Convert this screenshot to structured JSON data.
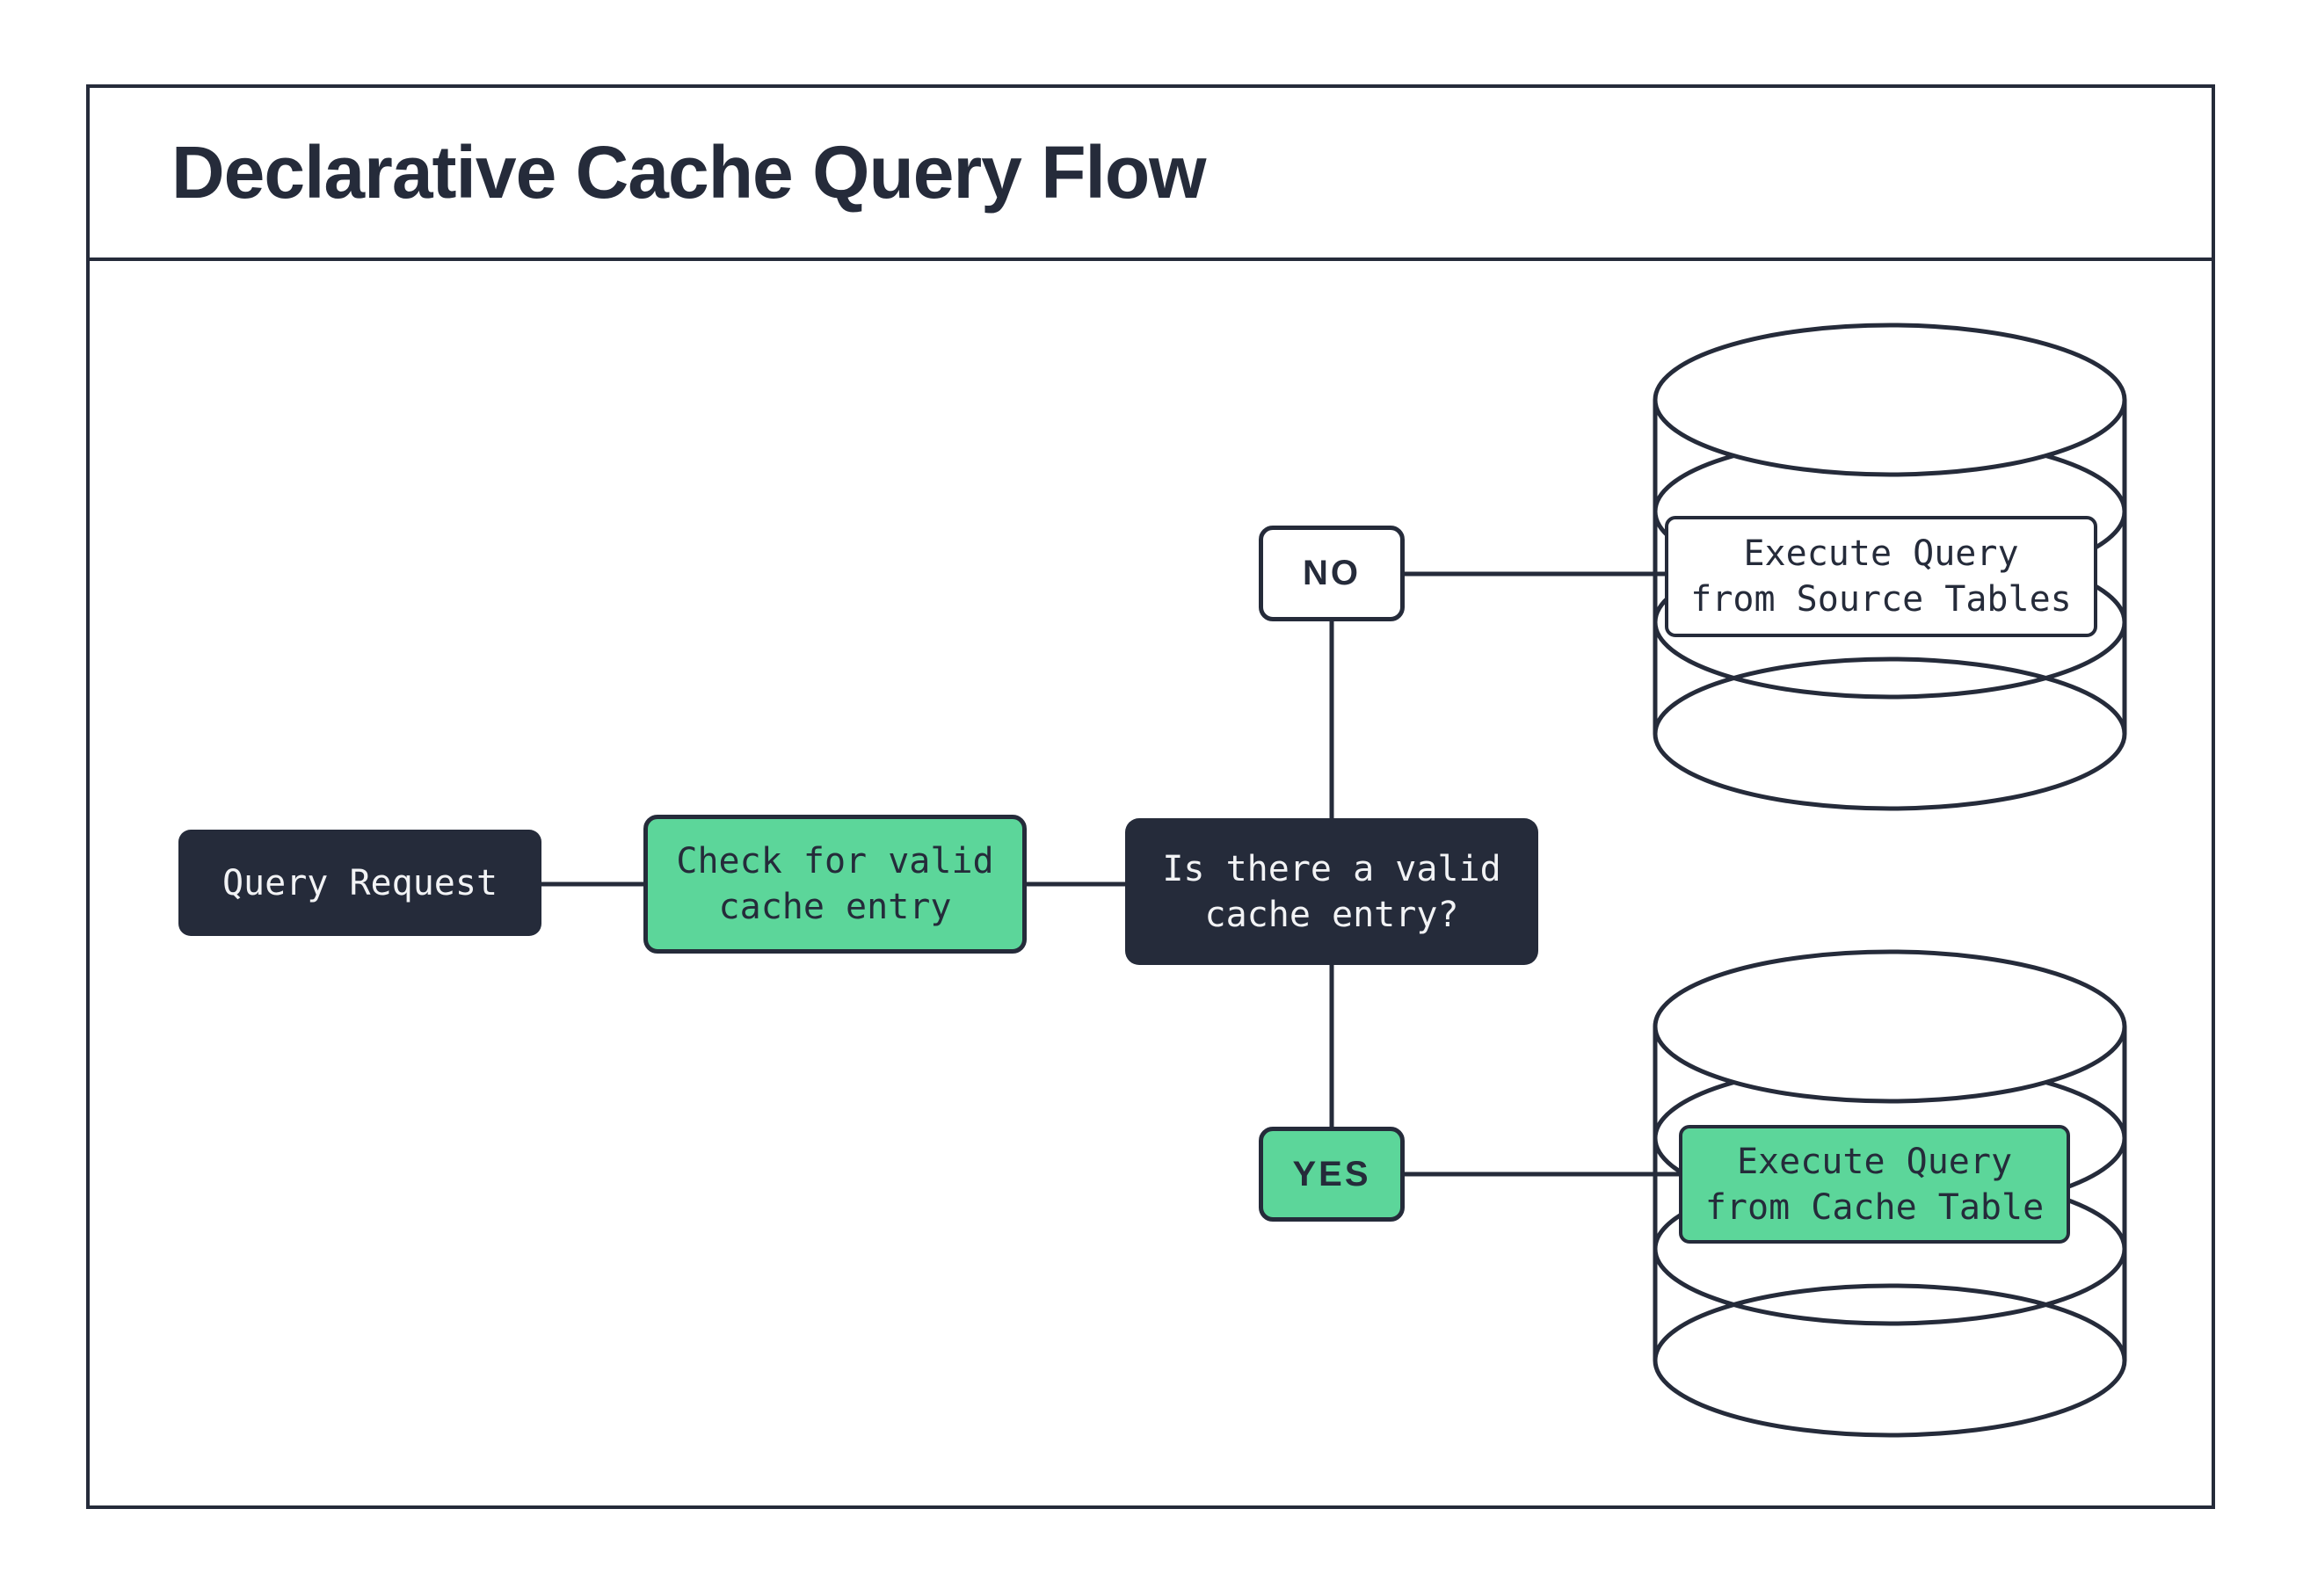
{
  "diagram": {
    "title": "Declarative Cache Query Flow",
    "nodes": {
      "query_request": {
        "label": "Query Request"
      },
      "check_cache": {
        "line1": "Check for valid",
        "line2": "cache entry"
      },
      "decision": {
        "line1": "Is there a valid",
        "line2": "cache entry?"
      },
      "execute_source": {
        "line1": "Execute Query",
        "line2": "from Source Tables"
      },
      "execute_cache": {
        "line1": "Execute Query",
        "line2": "from Cache Table"
      }
    },
    "edge_labels": {
      "no": "NO",
      "yes": "YES"
    },
    "colors": {
      "ink": "#252B3A",
      "green": "#5CD69A",
      "paper": "#FFFFFF",
      "light_text": "#F2F3F5"
    }
  }
}
